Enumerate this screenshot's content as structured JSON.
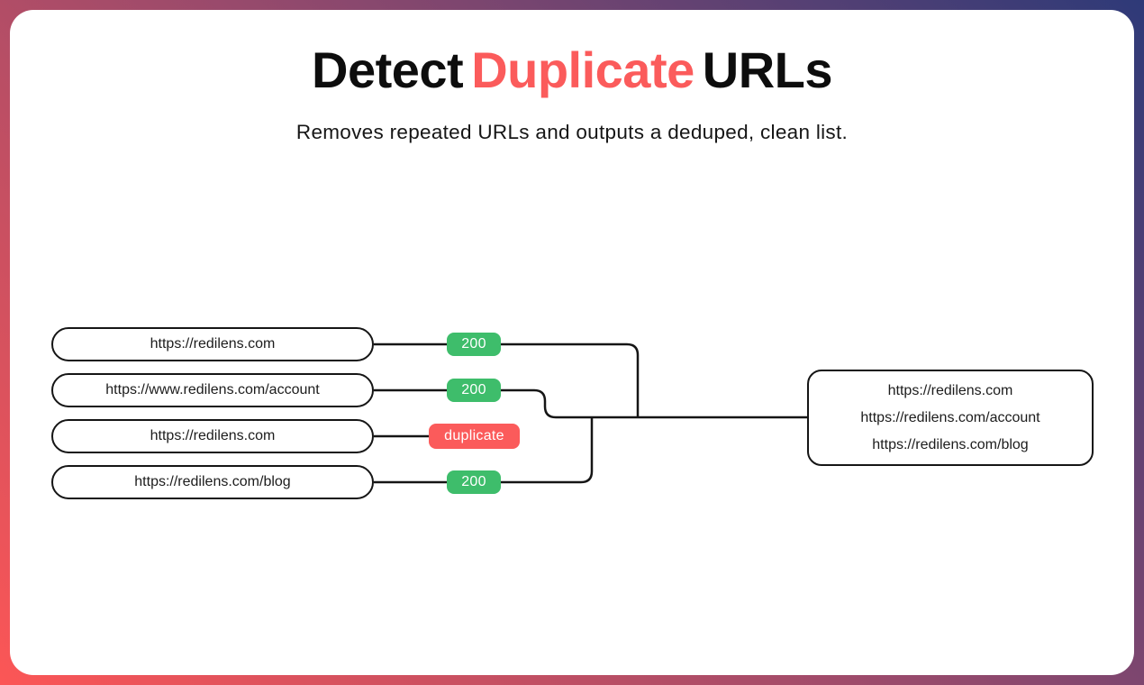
{
  "header": {
    "title": {
      "part1": "Detect",
      "highlight": "Duplicate",
      "part3": "URLs"
    },
    "subtitle": "Removes repeated URLs and outputs a deduped, clean list."
  },
  "flow": {
    "inputs": [
      {
        "url": "https://redilens.com",
        "status": "200",
        "status_type": "success"
      },
      {
        "url": "https://www.redilens.com/account",
        "status": "200",
        "status_type": "success"
      },
      {
        "url": "https://redilens.com",
        "status": "duplicate",
        "status_type": "duplicate"
      },
      {
        "url": "https://redilens.com/blog",
        "status": "200",
        "status_type": "success"
      }
    ],
    "output": {
      "urls": [
        "https://redilens.com",
        "https://redilens.com/account",
        "https://redilens.com/blog"
      ]
    }
  },
  "colors": {
    "accent_red": "#FB5B5B",
    "success_green": "#3EBD6B",
    "line_ink": "#151515",
    "gradient_red": "#FC5656",
    "gradient_mid": "#984A6C",
    "gradient_navy": "#2E3A78"
  }
}
